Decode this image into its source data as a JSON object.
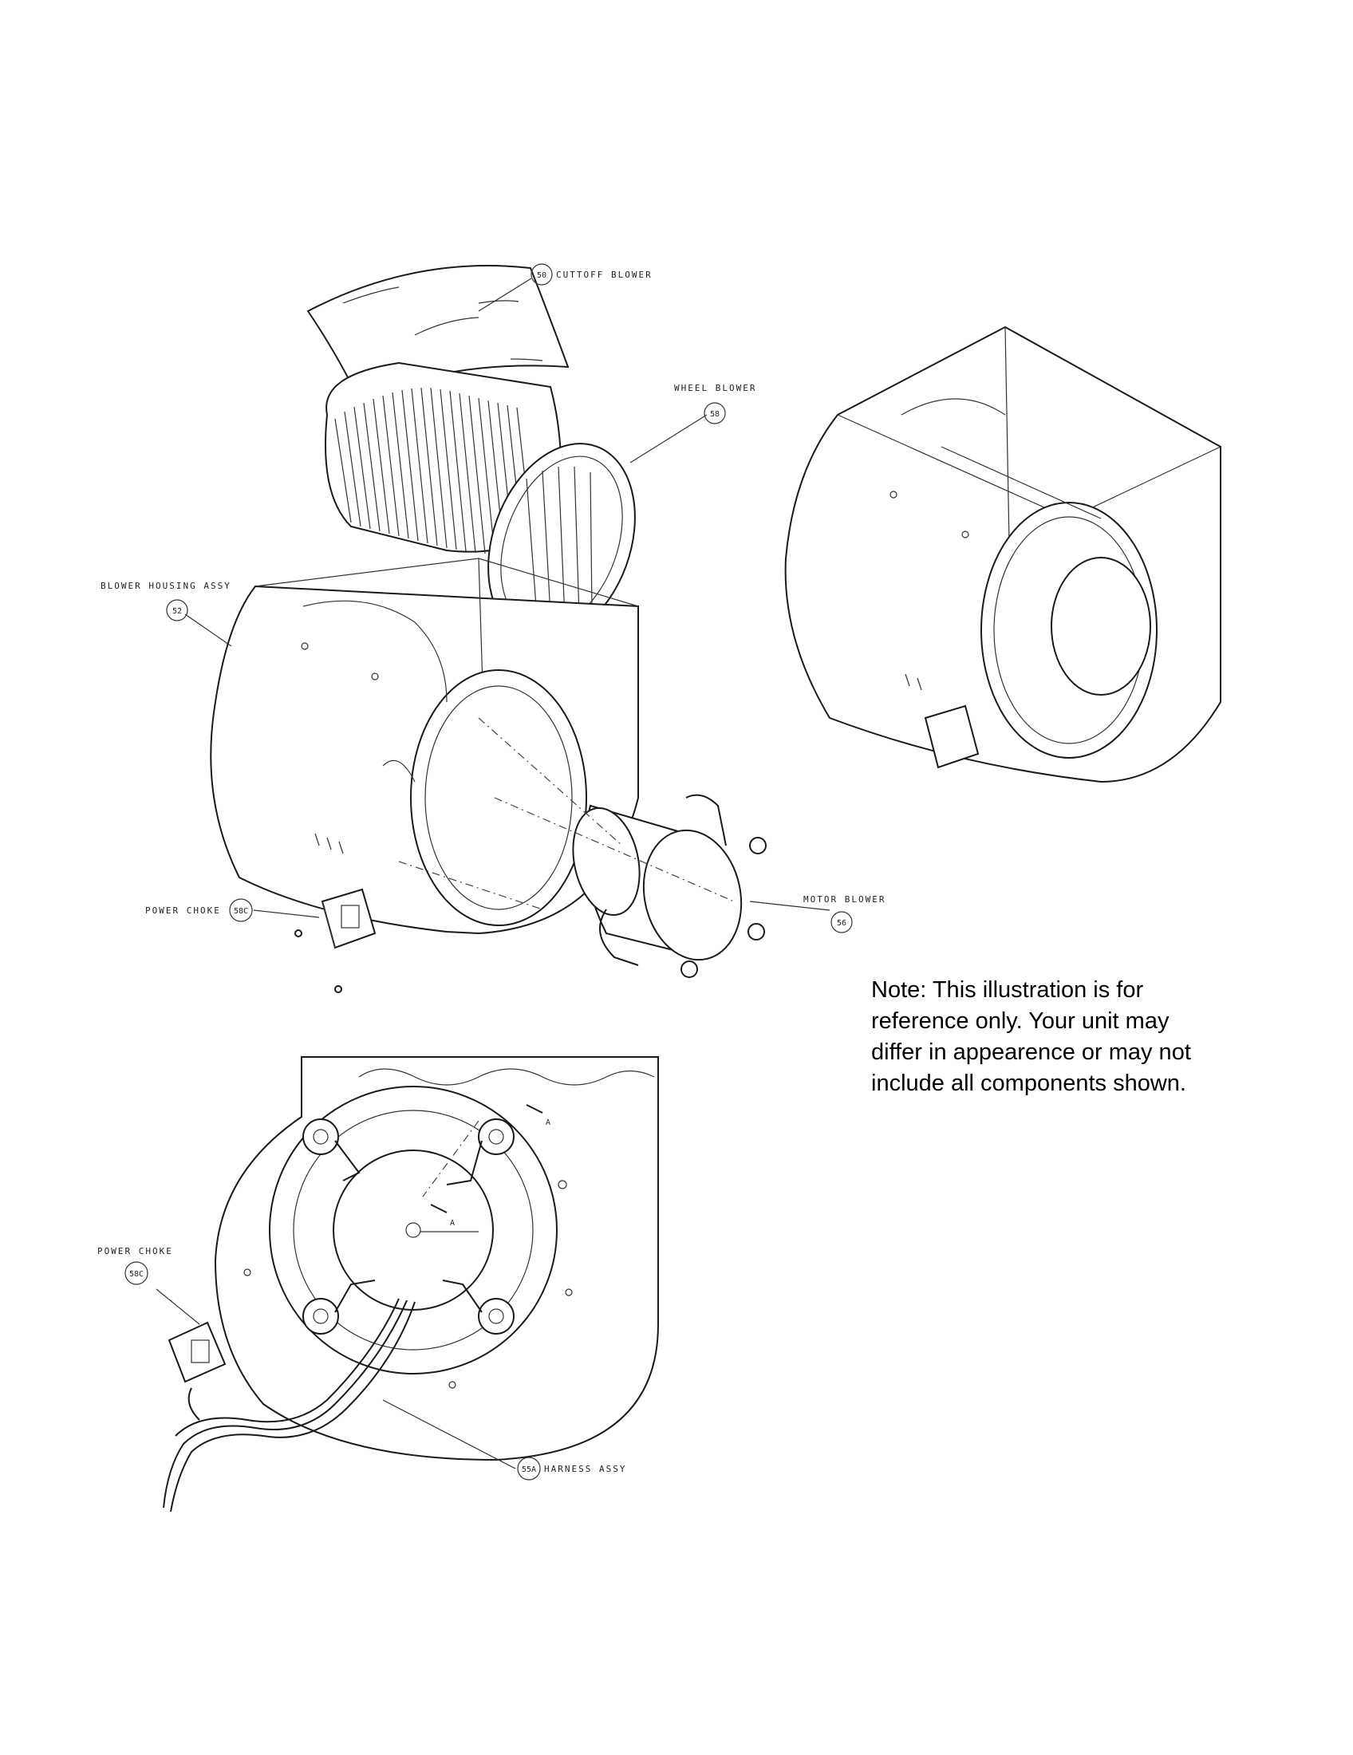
{
  "callouts": {
    "cutoff_blower": {
      "num": "50",
      "label": "CUTTOFF BLOWER"
    },
    "wheel_blower": {
      "num": "58",
      "label": "WHEEL BLOWER"
    },
    "blower_housing": {
      "num": "52",
      "label": "BLOWER HOUSING ASSY"
    },
    "power_choke_top": {
      "num": "58C",
      "label": "POWER CHOKE"
    },
    "motor_blower": {
      "num": "56",
      "label": "MOTOR BLOWER"
    },
    "power_choke_bottom": {
      "num": "58C",
      "label": "POWER CHOKE"
    },
    "harness": {
      "num": "55A",
      "label": "HARNESS ASSY"
    }
  },
  "section_marker": "A",
  "note": {
    "lines": [
      "Note: This illustration is for",
      "reference only. Your unit may",
      "differ in appearence or may not",
      "include all components shown."
    ]
  }
}
